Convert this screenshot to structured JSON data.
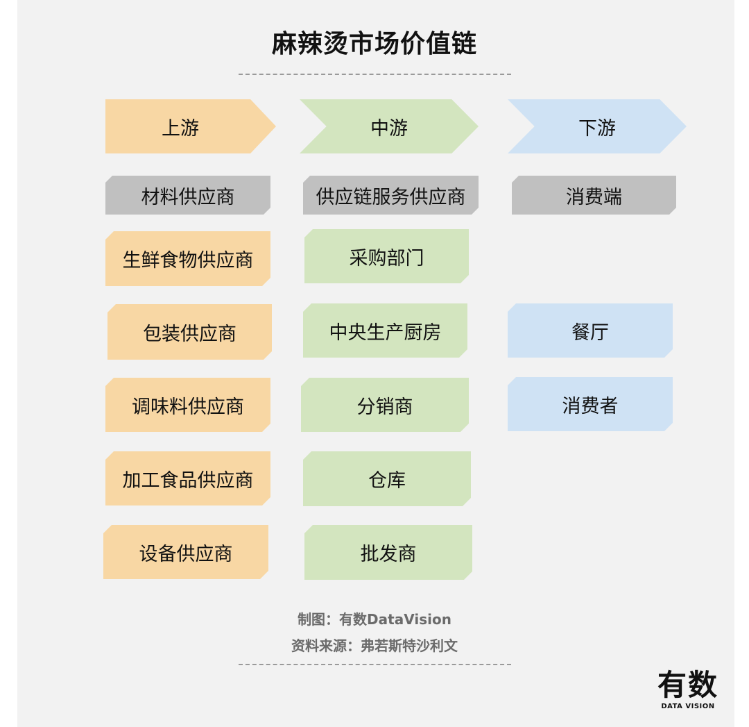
{
  "title": "麻辣烫市场价值链",
  "stages": {
    "upstream": "上游",
    "midstream": "中游",
    "downstream": "下游"
  },
  "headers": {
    "upstream": "材料供应商",
    "midstream": "供应链服务供应商",
    "downstream": "消费端"
  },
  "upstream_items": [
    "生鲜食物供应商",
    "包装供应商",
    "调味料供应商",
    "加工食品供应商",
    "设备供应商"
  ],
  "midstream_items": [
    "采购部门",
    "中央生产厨房",
    "分销商",
    "仓库",
    "批发商"
  ],
  "downstream_items": [
    "餐厅",
    "消费者"
  ],
  "credits": {
    "made_by": "制图：有数DataVision",
    "source": "资料来源：弗若斯特沙利文"
  },
  "logo": {
    "main": "有数",
    "sub": "DATA VISION"
  },
  "colors": {
    "upstream": "#f8d7a4",
    "midstream": "#d3e5bf",
    "downstream": "#cfe2f4",
    "header": "#c0c0c0",
    "background": "#f2f2f2"
  }
}
